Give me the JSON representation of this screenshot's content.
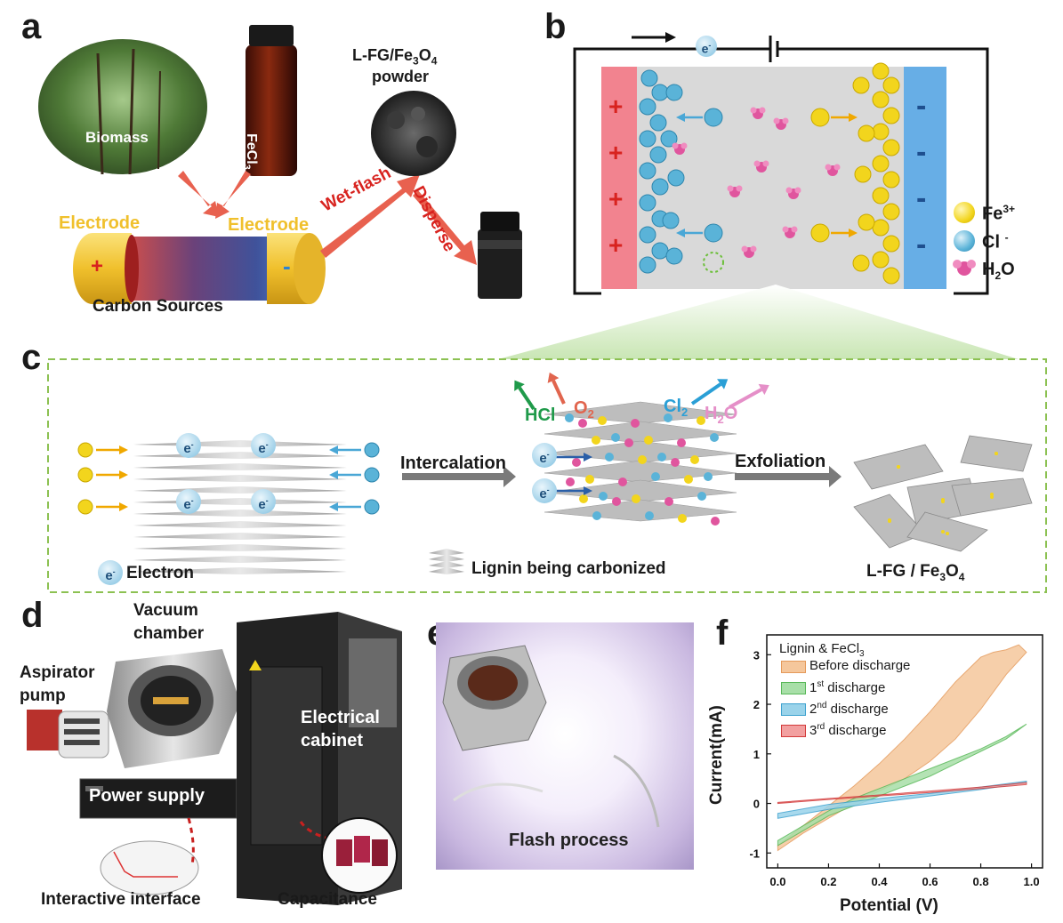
{
  "panels": {
    "a": "a",
    "b": "b",
    "c": "c",
    "d": "d",
    "e": "e",
    "f": "f"
  },
  "a": {
    "biomass": "Biomass",
    "fecl3": "FeCl",
    "fecl3_sub": "3",
    "powder_line1_pre": "L-FG/Fe",
    "powder_line1_sub1": "3",
    "powder_line1_mid": "O",
    "powder_line1_sub2": "4",
    "powder_line2": "powder",
    "electrode_left": "Electrode",
    "electrode_right": "Electrode",
    "plus": "+",
    "minus": "-",
    "carbon_sources": "Carbon Sources",
    "wet_flash": "Wet-flash",
    "disperse": "Disperse"
  },
  "b": {
    "electron": "e",
    "plus": "+",
    "minus": "-",
    "legend": [
      {
        "text": "Fe",
        "sup": "3+",
        "color": "#f2d51d"
      },
      {
        "text": "Cl",
        "sup": "-",
        "color": "#5ab3d8"
      },
      {
        "text": "H",
        "sub": "2",
        "tail": "O",
        "color": "#e0559e"
      }
    ]
  },
  "c": {
    "electron": "e",
    "intercalation": "Intercalation",
    "exfoliation": "Exfoliation",
    "hcl": "HCl",
    "o2": "O",
    "o2_sub": "2",
    "cl2": "Cl",
    "cl2_sub": "2",
    "h2o_pre": "H",
    "h2o_sub": "2",
    "h2o_tail": "O",
    "legend_electron": "Electron",
    "legend_lignin": "Lignin being carbonized",
    "product_pre": "L-FG / Fe",
    "product_sub1": "3",
    "product_mid": "O",
    "product_sub2": "4"
  },
  "d": {
    "vacuum_chamber_1": "Vacuum",
    "vacuum_chamber_2": "chamber",
    "aspirator_1": "Aspirator",
    "aspirator_2": "pump",
    "electrical_1": "Electrical",
    "electrical_2": "cabinet",
    "power_supply": "Power supply",
    "interactive": "Interactive interface",
    "capacitance": "Capacitance"
  },
  "e": {
    "flash_process": "Flash process"
  },
  "colors": {
    "fe": "#f2d51d",
    "cl": "#5ab3d8",
    "h2o": "#e0559e",
    "electrode_pos": "#f2838f",
    "electrode_neg": "#67aee6",
    "dashed_green": "#8cc152",
    "arrow_red": "#e8614f"
  },
  "chart_data": {
    "type": "area",
    "legend_title_pre": "Lignin & FeCl",
    "legend_title_sub": "3",
    "xlabel": "Potential  (V)",
    "ylabel": "Current(mA)",
    "xlim": [
      0.0,
      1.0
    ],
    "ylim": [
      -1.3,
      3.4
    ],
    "xticks": [
      "0.0",
      "0.2",
      "0.4",
      "0.6",
      "0.8",
      "1.0"
    ],
    "yticks": [
      "-1",
      "0",
      "1",
      "2",
      "3"
    ],
    "legend_placement": "top-left",
    "series": [
      {
        "name": "Before discharge",
        "name_sup": "",
        "color": "#f5c79c",
        "edge": "#e59a5a",
        "upper": [
          [
            0.0,
            -0.85
          ],
          [
            0.1,
            -0.45
          ],
          [
            0.2,
            -0.05
          ],
          [
            0.3,
            0.35
          ],
          [
            0.4,
            0.8
          ],
          [
            0.5,
            1.3
          ],
          [
            0.6,
            1.85
          ],
          [
            0.7,
            2.45
          ],
          [
            0.8,
            2.95
          ],
          [
            0.85,
            3.05
          ],
          [
            0.9,
            3.1
          ],
          [
            0.95,
            3.2
          ],
          [
            0.98,
            3.05
          ]
        ],
        "lower": [
          [
            0.0,
            -0.95
          ],
          [
            0.1,
            -0.6
          ],
          [
            0.2,
            -0.3
          ],
          [
            0.3,
            0.0
          ],
          [
            0.4,
            0.25
          ],
          [
            0.5,
            0.5
          ],
          [
            0.6,
            0.85
          ],
          [
            0.7,
            1.3
          ],
          [
            0.8,
            1.9
          ],
          [
            0.9,
            2.6
          ],
          [
            0.98,
            3.05
          ]
        ]
      },
      {
        "name": "1",
        "name_sup": "st",
        "name_tail": " discharge",
        "color": "#a8dfa8",
        "edge": "#58b858",
        "upper": [
          [
            0.0,
            -0.75
          ],
          [
            0.1,
            -0.45
          ],
          [
            0.2,
            -0.15
          ],
          [
            0.3,
            0.1
          ],
          [
            0.4,
            0.3
          ],
          [
            0.5,
            0.5
          ],
          [
            0.6,
            0.7
          ],
          [
            0.7,
            0.9
          ],
          [
            0.8,
            1.1
          ],
          [
            0.9,
            1.35
          ],
          [
            0.98,
            1.6
          ]
        ],
        "lower": [
          [
            0.0,
            -0.85
          ],
          [
            0.1,
            -0.55
          ],
          [
            0.2,
            -0.25
          ],
          [
            0.3,
            -0.05
          ],
          [
            0.4,
            0.15
          ],
          [
            0.5,
            0.35
          ],
          [
            0.6,
            0.55
          ],
          [
            0.7,
            0.8
          ],
          [
            0.8,
            1.05
          ],
          [
            0.9,
            1.3
          ],
          [
            0.98,
            1.6
          ]
        ]
      },
      {
        "name": "2",
        "name_sup": "nd",
        "name_tail": " discharge",
        "color": "#9ad3ea",
        "edge": "#3ea2cf",
        "upper": [
          [
            0.0,
            -0.2
          ],
          [
            0.2,
            -0.02
          ],
          [
            0.4,
            0.1
          ],
          [
            0.6,
            0.2
          ],
          [
            0.8,
            0.33
          ],
          [
            0.98,
            0.45
          ]
        ],
        "lower": [
          [
            0.0,
            -0.3
          ],
          [
            0.2,
            -0.12
          ],
          [
            0.4,
            0.02
          ],
          [
            0.6,
            0.15
          ],
          [
            0.8,
            0.28
          ],
          [
            0.98,
            0.42
          ]
        ]
      },
      {
        "name": "3",
        "name_sup": "rd",
        "name_tail": " discharge",
        "color": "#f2a0a0",
        "edge": "#d33a3a",
        "upper": [
          [
            0.0,
            0.02
          ],
          [
            0.2,
            0.1
          ],
          [
            0.4,
            0.17
          ],
          [
            0.6,
            0.25
          ],
          [
            0.8,
            0.33
          ],
          [
            0.98,
            0.42
          ]
        ],
        "lower": [
          [
            0.0,
            0.0
          ],
          [
            0.2,
            0.08
          ],
          [
            0.4,
            0.15
          ],
          [
            0.6,
            0.22
          ],
          [
            0.8,
            0.3
          ],
          [
            0.98,
            0.38
          ]
        ]
      }
    ]
  }
}
